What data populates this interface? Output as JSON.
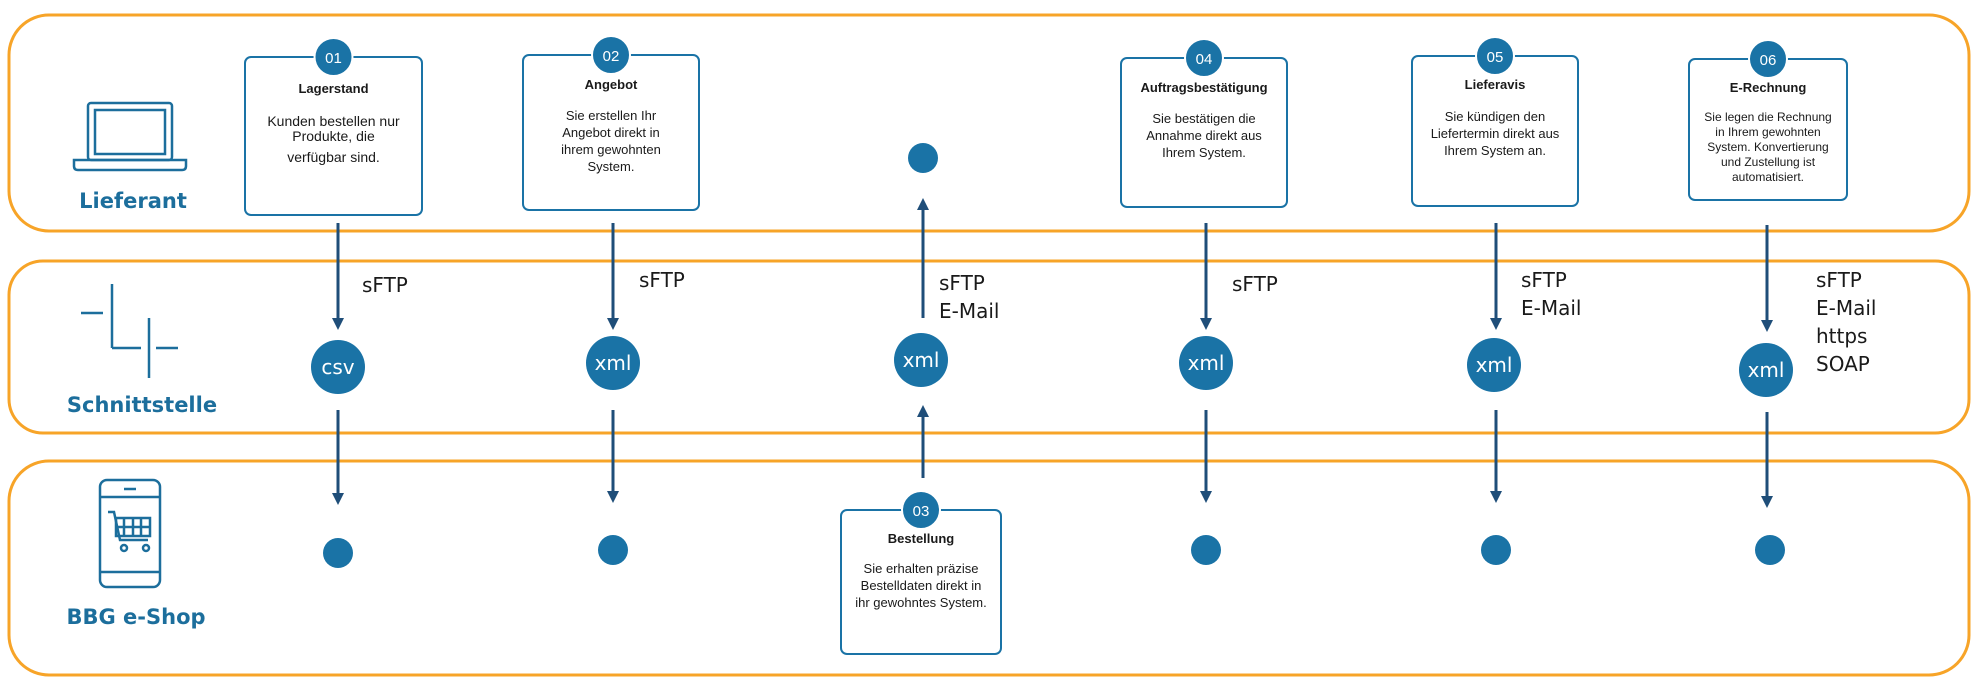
{
  "colors": {
    "lane_border": "#F7A428",
    "accent": "#1A73A6",
    "arrow": "#1F4E79",
    "text": "#1a1a1a",
    "lane_label": "#1C6E9C"
  },
  "lanes": {
    "supplier": {
      "label": "Lieferant",
      "icon": "laptop-icon"
    },
    "interface": {
      "label": "Schnittstelle",
      "icon": "interface-icon"
    },
    "shop": {
      "label": "BBG e-Shop",
      "icon": "shop-phone-icon"
    }
  },
  "steps": [
    {
      "number": "01",
      "title": "Lagerstand",
      "text": [
        "Kunden bestellen nur",
        "Produkte, die",
        "verfügbar sind."
      ],
      "format": "csv",
      "protocols": [
        "sFTP"
      ]
    },
    {
      "number": "02",
      "title": "Angebot",
      "text": [
        "Sie erstellen Ihr",
        "Angebot direkt in",
        "ihrem gewohnten",
        "System."
      ],
      "format": "xml",
      "protocols": [
        "sFTP"
      ]
    },
    {
      "number": "03",
      "title": "Bestellung",
      "text": [
        "Sie erhalten präzise",
        "Bestelldaten direkt in",
        "ihr gewohntes System."
      ],
      "format": "xml",
      "protocols": [
        "sFTP",
        "E-Mail"
      ]
    },
    {
      "number": "04",
      "title": "Auftragsbestätigung",
      "text": [
        "Sie bestätigen die",
        "Annahme direkt aus",
        "Ihrem System."
      ],
      "format": "xml",
      "protocols": [
        "sFTP"
      ]
    },
    {
      "number": "05",
      "title": "Lieferavis",
      "text": [
        "Sie kündigen den",
        "Liefertermin direkt aus",
        "Ihrem System an."
      ],
      "format": "xml",
      "protocols": [
        "sFTP",
        "E-Mail"
      ]
    },
    {
      "number": "06",
      "title": "E-Rechnung",
      "text": [
        "Sie legen die Rechnung",
        "in Ihrem gewohnten",
        "System. Konvertierung",
        "und Zustellung ist",
        "automatisiert."
      ],
      "format": "xml",
      "protocols": [
        "sFTP",
        "E-Mail",
        "https",
        "SOAP"
      ]
    }
  ]
}
